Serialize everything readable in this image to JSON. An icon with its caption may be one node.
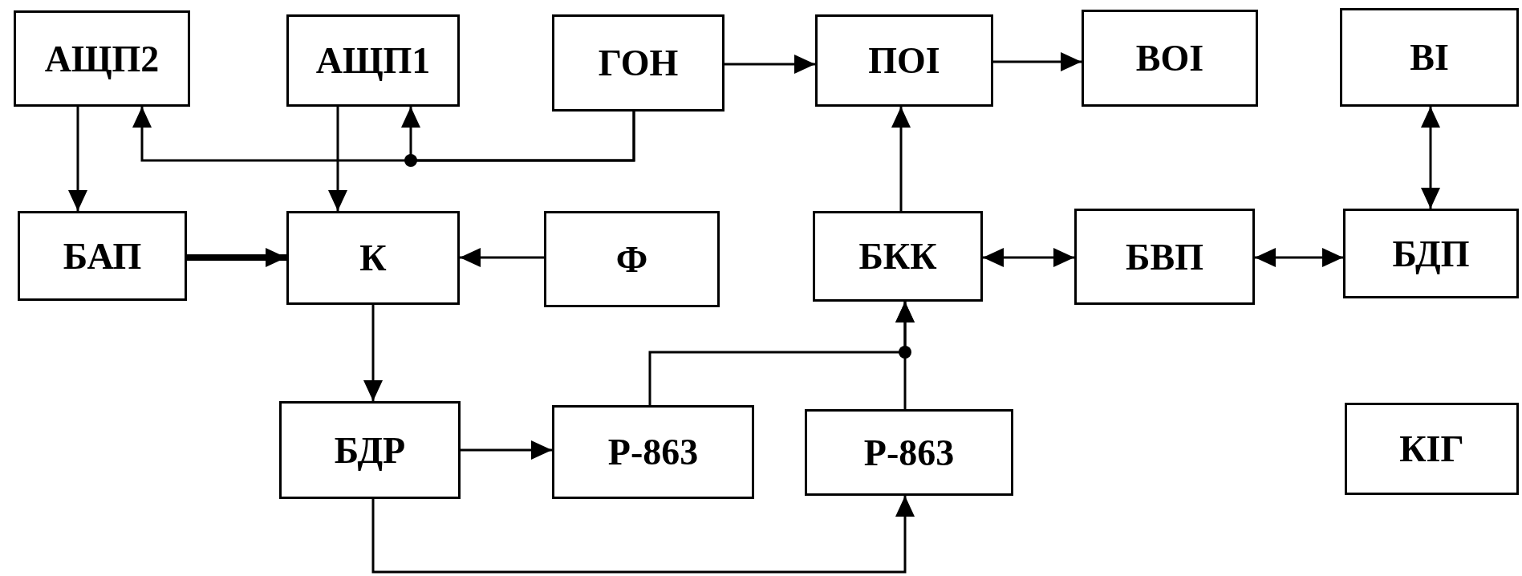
{
  "diagram": {
    "nodes": [
      {
        "text": [
          "АЩП2"
        ]
      },
      {
        "text": [
          "АЩП1"
        ]
      },
      {
        "text": [
          "ГОН"
        ]
      },
      {
        "text": [
          "ПОІ"
        ]
      },
      {
        "text": [
          "ВОІ"
        ]
      },
      {
        "text": [
          "ВІ"
        ]
      },
      {
        "text": [
          "БАП"
        ]
      },
      {
        "text": [
          "К"
        ]
      },
      {
        "text": [
          "Ф"
        ]
      },
      {
        "text": [
          "БКК"
        ]
      },
      {
        "text": [
          "БВП"
        ]
      },
      {
        "text": [
          "БДП"
        ]
      },
      {
        "text": [
          "БДР"
        ]
      },
      {
        "text": [
          "Р-863"
        ]
      },
      {
        "text": [
          "Р-863"
        ]
      },
      {
        "text": [
          "КІГ"
        ]
      }
    ],
    "edges": [
      {
        "from": 0,
        "to": 6,
        "arrow": "to"
      },
      {
        "from": 1,
        "to": 7,
        "arrow": "to"
      },
      {
        "from": 2,
        "to": 0,
        "arrow": "to"
      },
      {
        "from": 2,
        "to": 1,
        "arrow": "to"
      },
      {
        "from": 2,
        "to": 3,
        "arrow": "to"
      },
      {
        "from": 3,
        "to": 4,
        "arrow": "to"
      },
      {
        "from": 9,
        "to": 3,
        "arrow": "to"
      },
      {
        "from": 5,
        "to": 11,
        "arrow": "both"
      },
      {
        "from": 6,
        "to": 7,
        "arrow": "to",
        "style": "thick"
      },
      {
        "from": 8,
        "to": 7,
        "arrow": "to"
      },
      {
        "from": 9,
        "to": 10,
        "arrow": "both"
      },
      {
        "from": 10,
        "to": 11,
        "arrow": "both"
      },
      {
        "from": 7,
        "to": 12,
        "arrow": "to"
      },
      {
        "from": 12,
        "to": 13,
        "arrow": "to"
      },
      {
        "from": 13,
        "to": 9,
        "arrow": "to"
      },
      {
        "from": 14,
        "to": 9,
        "arrow": "to"
      },
      {
        "from": 12,
        "to": 14,
        "arrow": "to"
      }
    ]
  }
}
